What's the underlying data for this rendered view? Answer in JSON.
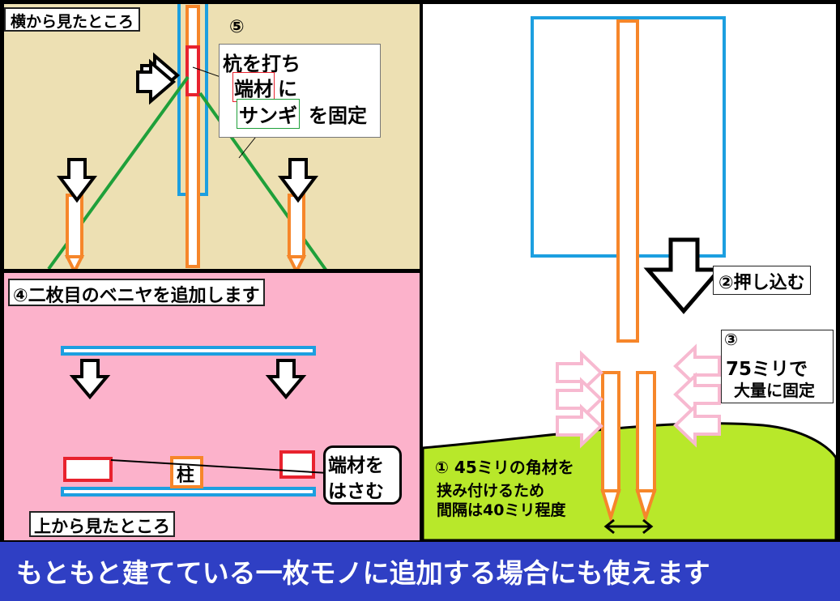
{
  "panel_side": {
    "label": "横から見たところ",
    "step5": {
      "num": "⑤",
      "line1": "杭を打ち",
      "line2_boxed": "端材",
      "line2_rest": "に",
      "line3_boxed": "サンギ",
      "line3_rest": "を固定"
    }
  },
  "panel_top": {
    "step4": "④二枚目のベニヤを追加します",
    "pillar": "柱",
    "bubble_line1": "端材を",
    "bubble_line2": "はさむ",
    "label": "上から見たところ"
  },
  "panel_right": {
    "step2": "②押し込む",
    "step3_num": "③",
    "step3_line1": "75ミリで",
    "step3_line2": "大量に固定",
    "step1_line1": "① 45ミリの角材を",
    "step1_line2": "挟み付けるため",
    "step1_line3": "間隔は40ミリ程度"
  },
  "banner": "もともと建てている一枚モノに追加する場合にも使えます",
  "colors": {
    "tan": "#ede0b3",
    "pink": "#fcb2cb",
    "white": "#ffffff",
    "green_ground": "#b8e82a",
    "blue": "#1c9fe0",
    "orange": "#f6862a",
    "red": "#e8222e",
    "green_line": "#1fa03a",
    "light_pink_arrow": "#f7b9d0",
    "banner": "#2f3fc4"
  }
}
